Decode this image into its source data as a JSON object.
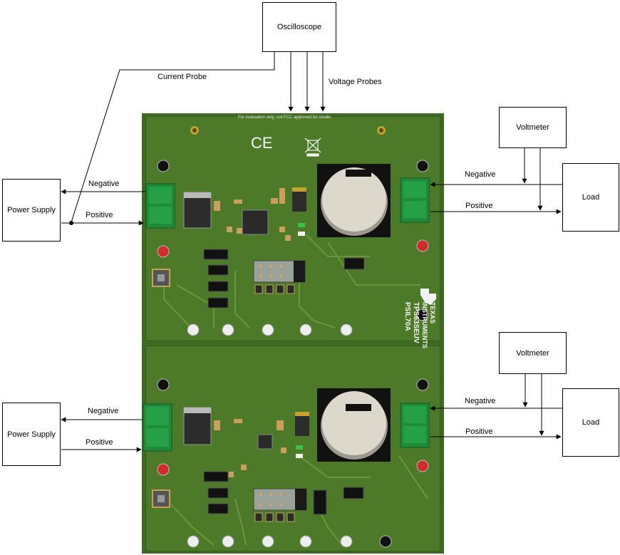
{
  "colors": {
    "board": "#4d7a29",
    "board_edge": "#3f6a22",
    "trace": "#6f9a3c",
    "terminal": "#1e8a3a",
    "silkscreen": "#f2f2f2"
  },
  "oscilloscope": {
    "label": "Oscilloscope"
  },
  "probes": {
    "current": "Current Probe",
    "voltage": "Voltage Probes"
  },
  "board": {
    "notice": "For evaluation only; not FCC approved for resale.",
    "ce_mark": "CE",
    "brand_line1": "TEXAS",
    "brand_line2": "INSTRUMENTS",
    "part_number": "TPS63SEUV",
    "part_suffix": "PSIL70A"
  },
  "top": {
    "power_supply": "Power Supply",
    "voltmeter": "Voltmeter",
    "load": "Load",
    "in_negative": "Negative",
    "in_positive": "Positive",
    "out_negative": "Negative",
    "out_positive": "Positive"
  },
  "bottom": {
    "power_supply": "Power Supply",
    "voltmeter": "Voltmeter",
    "load": "Load",
    "in_negative": "Negative",
    "in_positive": "Positive",
    "out_negative": "Negative",
    "out_positive": "Positive"
  }
}
